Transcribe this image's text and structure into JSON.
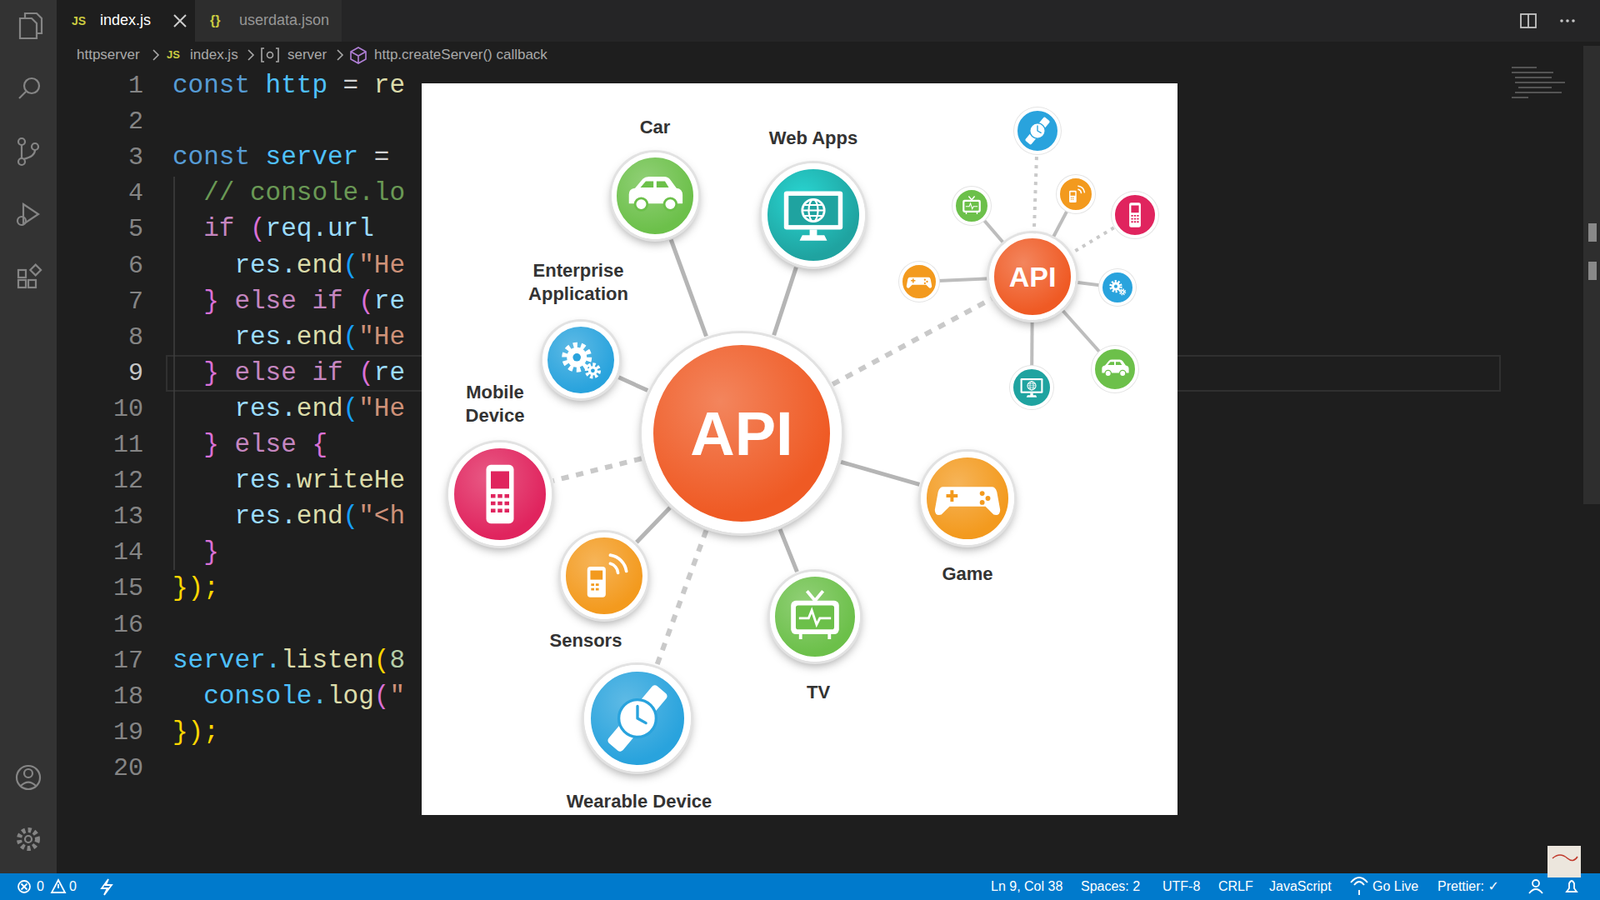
{
  "diagram": {
    "nodes": [
      {
        "text": [
          "Car"
        ]
      },
      {
        "text": [
          "Web Apps"
        ]
      },
      {
        "text": [
          "API"
        ]
      },
      {
        "text": [
          "Enterprise Application"
        ]
      },
      {
        "text": [
          "Mobile Device"
        ]
      },
      {
        "text": [
          "API"
        ]
      },
      {
        "text": [
          "Game"
        ]
      },
      {
        "text": [
          "Sensors"
        ]
      },
      {
        "text": [
          "TV"
        ]
      },
      {
        "text": [
          "Wearable Device"
        ]
      }
    ],
    "edges": [
      {
        "from": 5,
        "to": 0,
        "arrow": "none"
      },
      {
        "from": 5,
        "to": 1,
        "arrow": "none"
      },
      {
        "from": 5,
        "to": 2,
        "arrow": "none"
      },
      {
        "from": 5,
        "to": 3,
        "arrow": "none"
      },
      {
        "from": 5,
        "to": 4,
        "arrow": "none"
      },
      {
        "from": 5,
        "to": 6,
        "arrow": "none"
      },
      {
        "from": 5,
        "to": 7,
        "arrow": "none"
      },
      {
        "from": 5,
        "to": 8,
        "arrow": "none"
      },
      {
        "from": 5,
        "to": 9,
        "arrow": "none"
      }
    ],
    "labels": [
      "JS",
      "index.js",
      "{}",
      "userdata.json",
      "httpserver",
      "JS",
      "index.js",
      "server",
      "http.createServer() callback",
      "1",
      "2",
      "3",
      "4",
      "5",
      "6",
      "7",
      "8",
      "9",
      "10",
      "11",
      "12",
      "13",
      "14",
      "15",
      "16",
      "17",
      "18",
      "19",
      "20",
      "const",
      "http",
      "=",
      "re",
      "const",
      "server",
      "=",
      "// console.lo",
      "if",
      "(",
      "req.url",
      "res.",
      "end",
      "(",
      "\"He",
      "}",
      "else",
      "if",
      "(",
      "re",
      "res.",
      "end",
      "(",
      "\"He",
      "}",
      "else",
      "if",
      "(",
      "re",
      "res.",
      "end",
      "(",
      "\"He",
      "}",
      "else",
      "{",
      "res.",
      "writeHe",
      "res.",
      "end",
      "(",
      "\"<h",
      "}",
      "});",
      "server.",
      "listen",
      "(",
      "8",
      "console.",
      "log",
      "(",
      "\"",
      "});",
      "0",
      "0",
      "Ln 9, Col 38",
      "Spaces: 2",
      "UTF-8",
      "CRLF",
      "JavaScript",
      "Go Live",
      "Prettier: ✓"
    ]
  }
}
